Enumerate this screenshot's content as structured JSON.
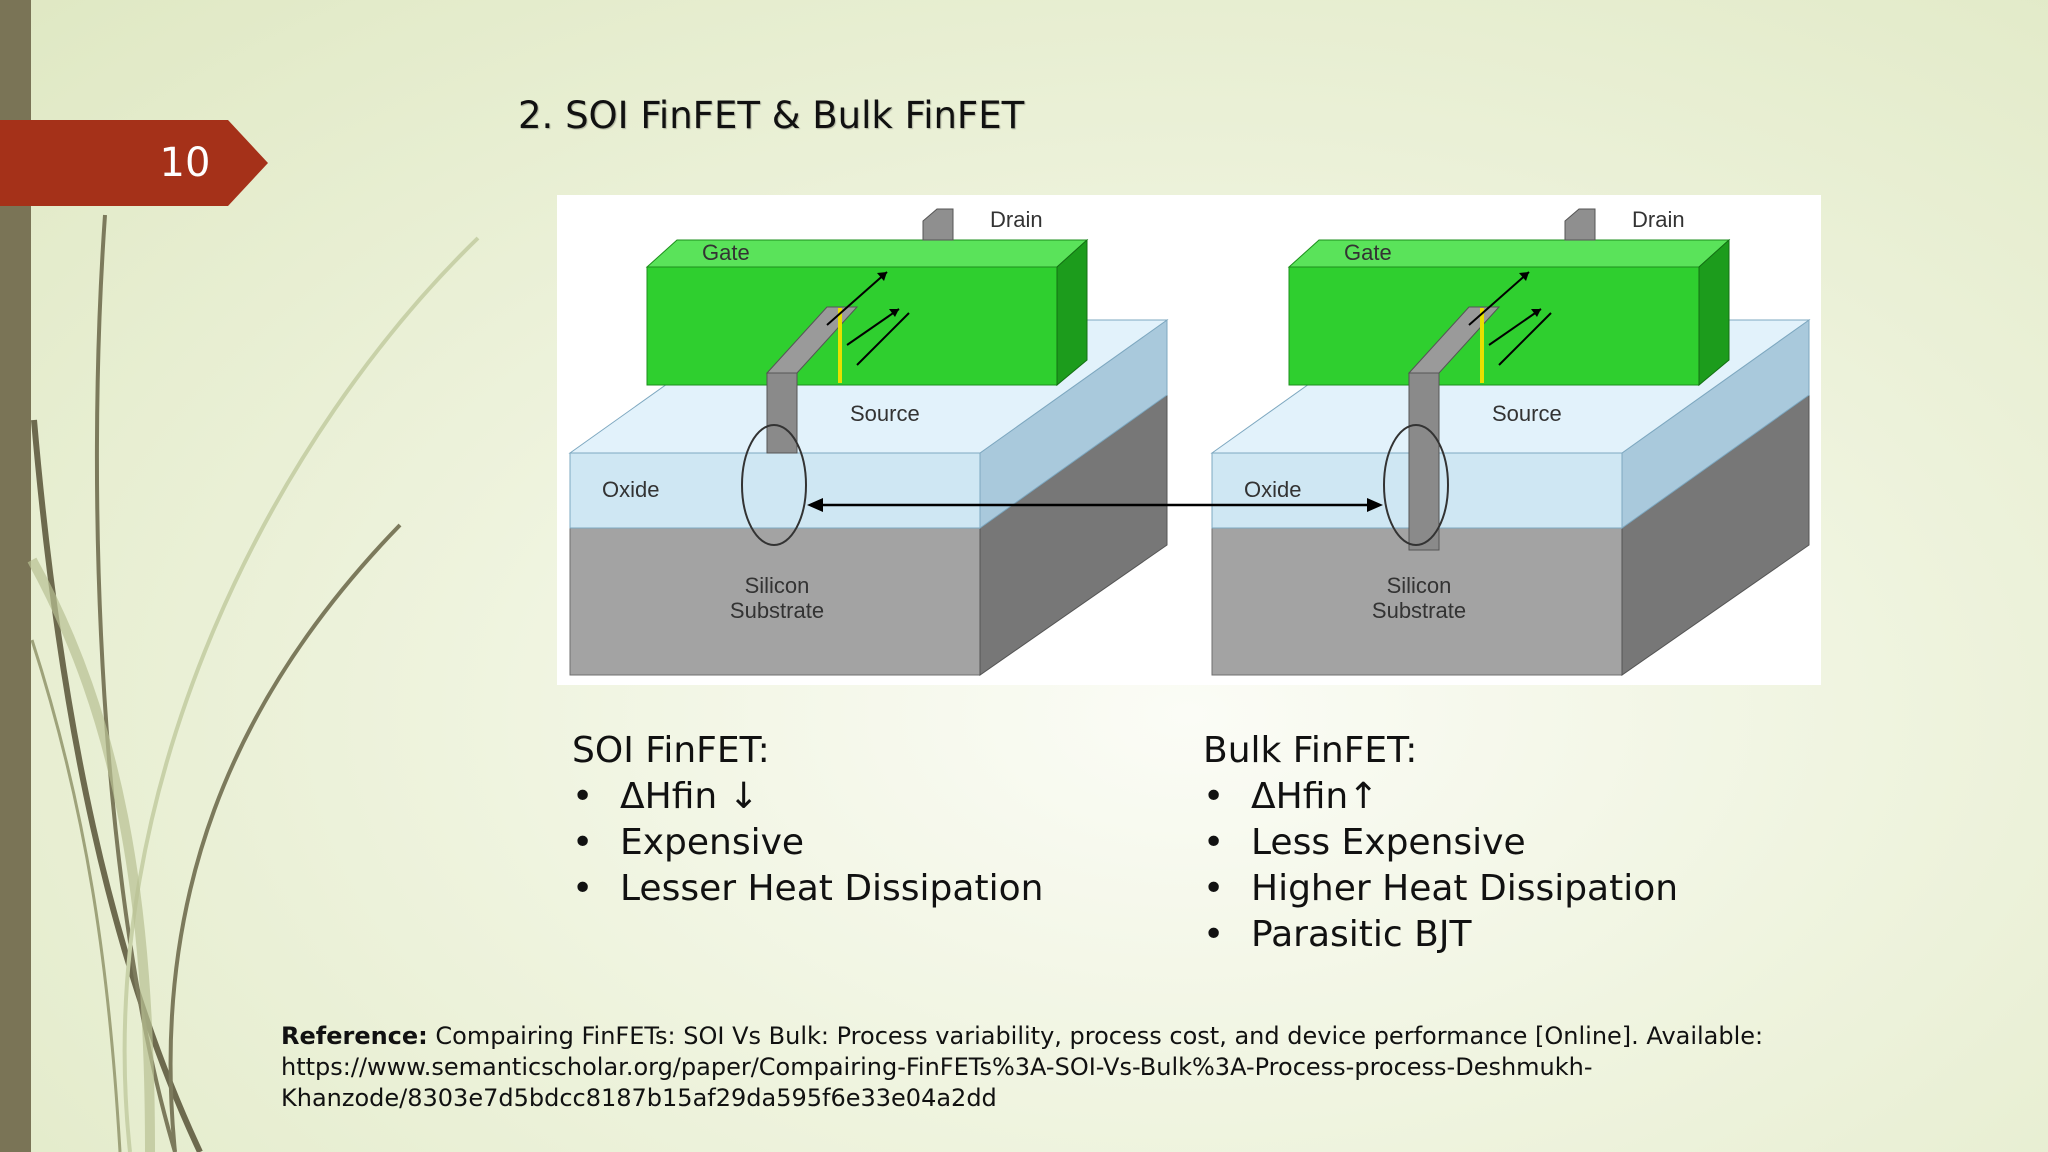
{
  "slide": {
    "number": "10",
    "title": "2. SOI FinFET & Bulk FinFET"
  },
  "figure": {
    "left": {
      "gate": "Gate",
      "drain": "Drain",
      "source": "Source",
      "oxide": "Oxide",
      "substrate_line1": "Silicon",
      "substrate_line2": "Substrate"
    },
    "right": {
      "gate": "Gate",
      "drain": "Drain",
      "source": "Source",
      "oxide": "Oxide",
      "substrate_line1": "Silicon",
      "substrate_line2": "Substrate"
    }
  },
  "soi": {
    "heading": "SOI FinFET:",
    "items": [
      "ΔHfin ↓",
      "Expensive",
      "Lesser Heat Dissipation"
    ]
  },
  "bulk": {
    "heading": "Bulk FinFET:",
    "items": [
      "ΔHfin↑",
      "Less Expensive",
      "Higher Heat Dissipation",
      "Parasitic BJT"
    ]
  },
  "reference": {
    "label": "Reference:",
    "line1": "Compairing FinFETs: SOI Vs Bulk: Process variability, process cost, and device performance [Online]. Available:",
    "line2": "https://www.semanticscholar.org/paper/Compairing-FinFETs%3A-SOI-Vs-Bulk%3A-Process-process-Deshmukh-",
    "line3": "Khanzode/8303e7d5bdcc8187b15af29da595f6e33e04a2dd"
  },
  "colors": {
    "badge": "#a53119",
    "left_bar": "#7a7456",
    "gate_green": "#2fcf2f",
    "oxide_blue": "#cfe7f3",
    "substrate_gray": "#a3a3a3"
  }
}
